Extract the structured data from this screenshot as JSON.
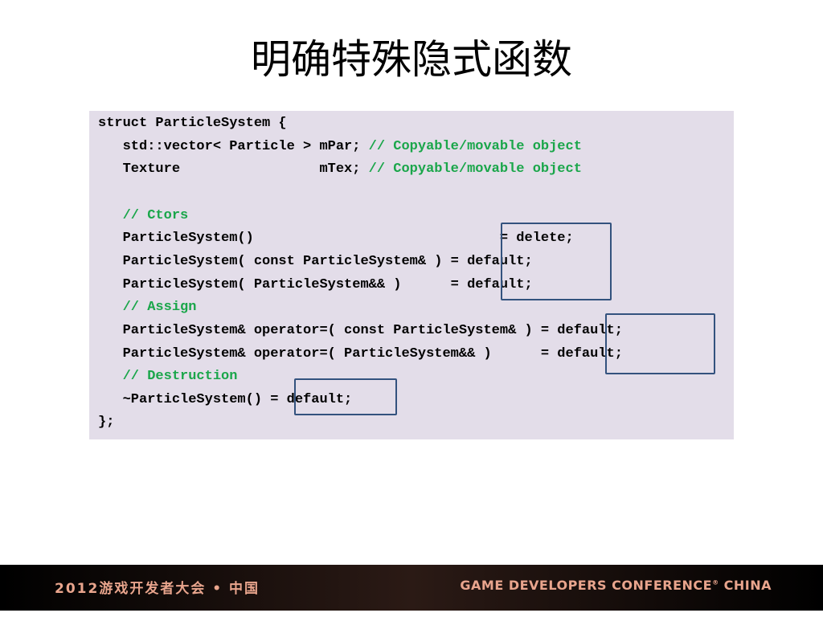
{
  "slide": {
    "title": "明确特殊隐式函数"
  },
  "code": {
    "lines": [
      {
        "text": "struct ParticleSystem {",
        "comment": ""
      },
      {
        "text": "   std::vector< Particle > mPar; ",
        "comment": "// Copyable/movable object"
      },
      {
        "text": "   Texture                 mTex; ",
        "comment": "// Copyable/movable object"
      },
      {
        "text": "",
        "comment": ""
      },
      {
        "text": "   ",
        "comment": "// Ctors"
      },
      {
        "text": "   ParticleSystem()                              = delete;",
        "comment": ""
      },
      {
        "text": "   ParticleSystem( const ParticleSystem& ) = default;",
        "comment": ""
      },
      {
        "text": "   ParticleSystem( ParticleSystem&& )      = default;",
        "comment": ""
      },
      {
        "text": "   ",
        "comment": "// Assign"
      },
      {
        "text": "   ParticleSystem& operator=( const ParticleSystem& ) = default;",
        "comment": ""
      },
      {
        "text": "   ParticleSystem& operator=( ParticleSystem&& )      = default;",
        "comment": ""
      },
      {
        "text": "   ",
        "comment": "// Destruction"
      },
      {
        "text": "   ~ParticleSystem() = default;",
        "comment": ""
      },
      {
        "text": "};",
        "comment": ""
      }
    ]
  },
  "footer": {
    "left_text": "2012游戏开发者大会 • 中国",
    "right_text": "GAME DEVELOPERS CONFERENCE",
    "right_mark": "®",
    "right_suffix": " CHINA"
  },
  "colors": {
    "code_background": "#e3dde9",
    "comment": "#1aa64a",
    "highlight_border": "#33527e",
    "footer_text": "#e9a58d"
  }
}
